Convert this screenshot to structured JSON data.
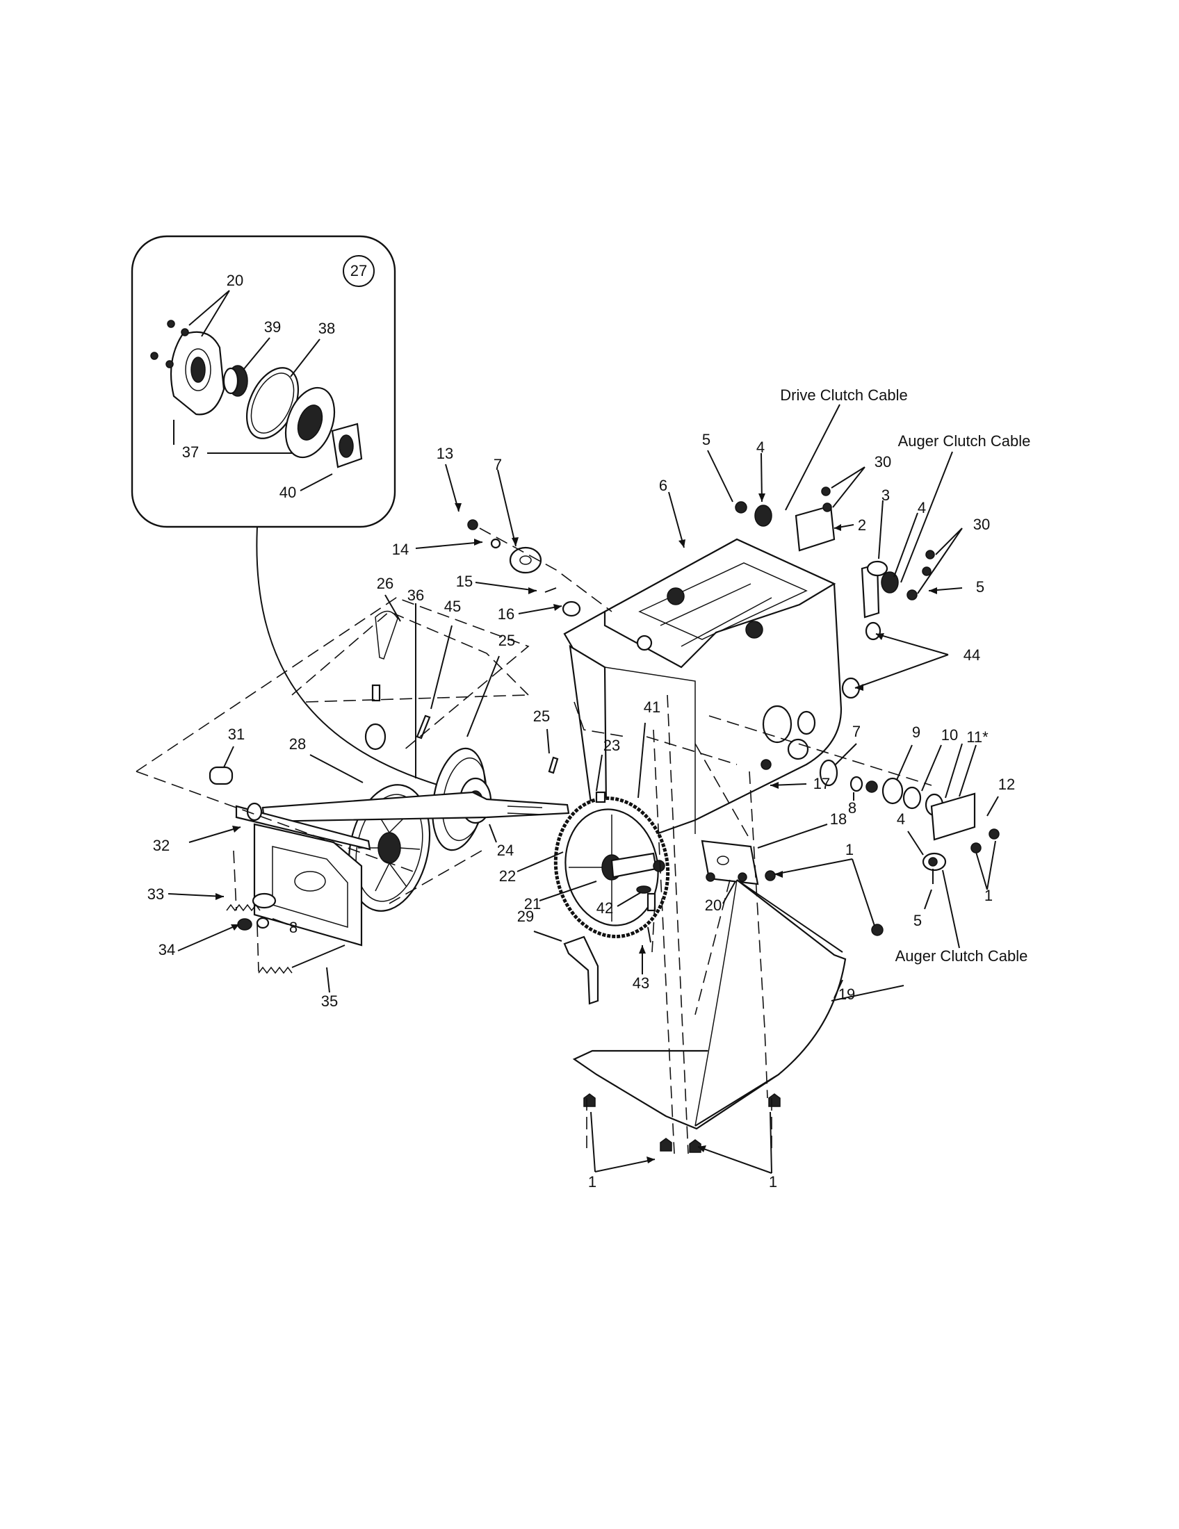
{
  "inset": {
    "circle_label": "27"
  },
  "cables": {
    "drive_clutch": "Drive Clutch Cable",
    "auger_clutch_top": "Auger Clutch Cable",
    "auger_clutch_bottom": "Auger Clutch Cable"
  },
  "callouts": {
    "c20_inset": "20",
    "c39": "39",
    "c38": "38",
    "c37": "37",
    "c40": "40",
    "c13": "13",
    "c7_top": "7",
    "c14": "14",
    "c15": "15",
    "c16": "16",
    "c6": "6",
    "c5_top": "5",
    "c4_top": "4",
    "c30_top": "30",
    "c2": "2",
    "c3": "3",
    "c4_mid": "4",
    "c30_mid": "30",
    "c5_mid": "5",
    "c44": "44",
    "c26": "26",
    "c36": "36",
    "c45": "45",
    "c25_a": "25",
    "c25_b": "25",
    "c31": "31",
    "c28": "28",
    "c23": "23",
    "c41": "41",
    "c7_right": "7",
    "c9": "9",
    "c10": "10",
    "c11": "11*",
    "c12": "12",
    "c8_right": "8",
    "c17": "17",
    "c18": "18",
    "c24": "24",
    "c32": "32",
    "c22": "22",
    "c21": "21",
    "c42": "42",
    "c20_lower": "20",
    "c1_mid": "1",
    "c4_low": "4",
    "c1_right": "1",
    "c5_low": "5",
    "c33": "33",
    "c8_left": "8",
    "c34": "34",
    "c29": "29",
    "c43": "43",
    "c35": "35",
    "c19": "19",
    "c1_bl": "1",
    "c1_br": "1"
  }
}
